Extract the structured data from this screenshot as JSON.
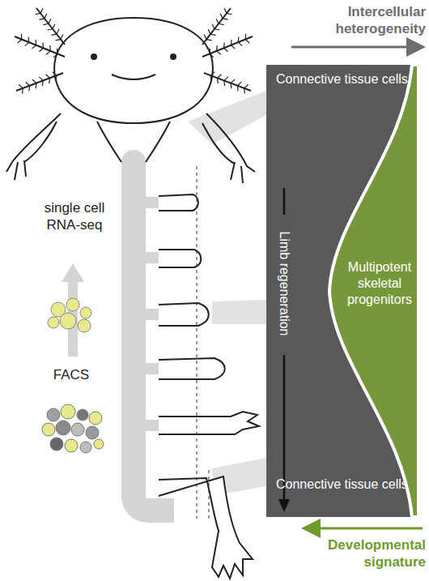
{
  "diagram": {
    "nodes": [
      {
        "text": [
          "Connective tissue cells",
          "Limb regeneration",
          "Connective tissue cells"
        ]
      },
      {
        "text": [
          "Multipotent skeletal progenitors"
        ],
        "in": 0
      }
    ],
    "labels": [
      "Intercellular heterogeneity",
      "Developmental signature",
      "single cell RNA-seq",
      "FACS"
    ]
  }
}
